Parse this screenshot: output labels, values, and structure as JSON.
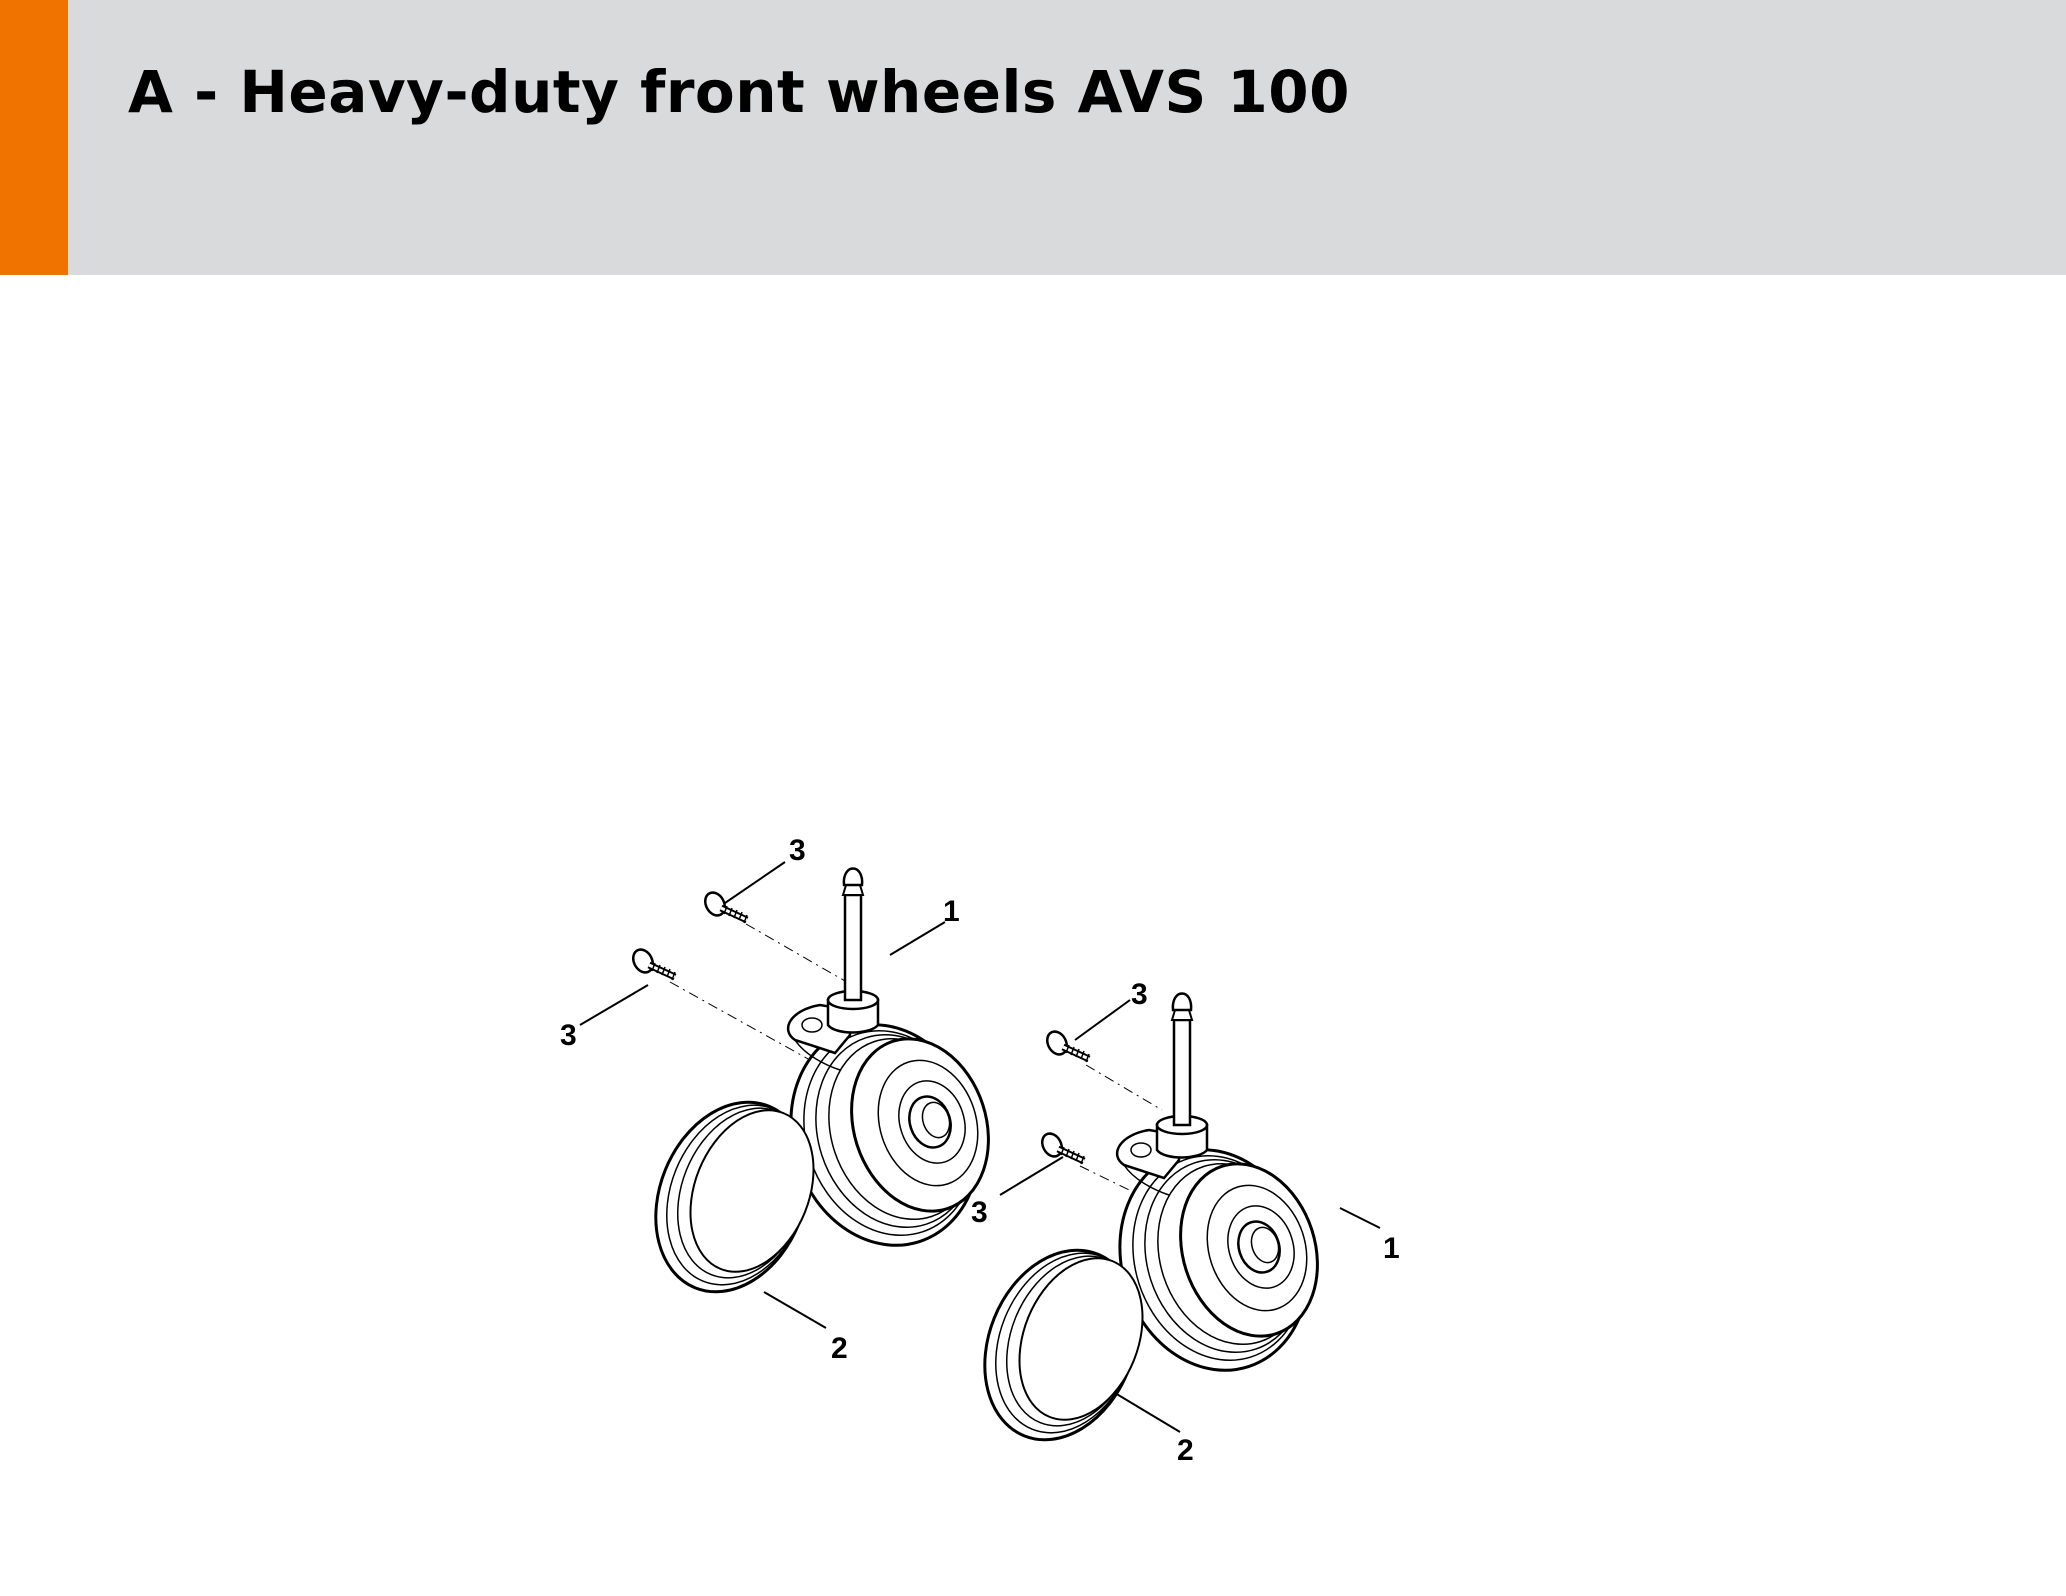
{
  "header": {
    "title": "A - Heavy-duty front wheels AVS 100",
    "accent_color": "#f07300",
    "background_color": "#d9dadb"
  },
  "diagram": {
    "callouts": [
      {
        "id": "c1",
        "label": "3"
      },
      {
        "id": "c2",
        "label": "1"
      },
      {
        "id": "c3",
        "label": "3"
      },
      {
        "id": "c4",
        "label": "3"
      },
      {
        "id": "c5",
        "label": "3"
      },
      {
        "id": "c6",
        "label": "1"
      },
      {
        "id": "c7",
        "label": "2"
      },
      {
        "id": "c8",
        "label": "2"
      }
    ]
  }
}
